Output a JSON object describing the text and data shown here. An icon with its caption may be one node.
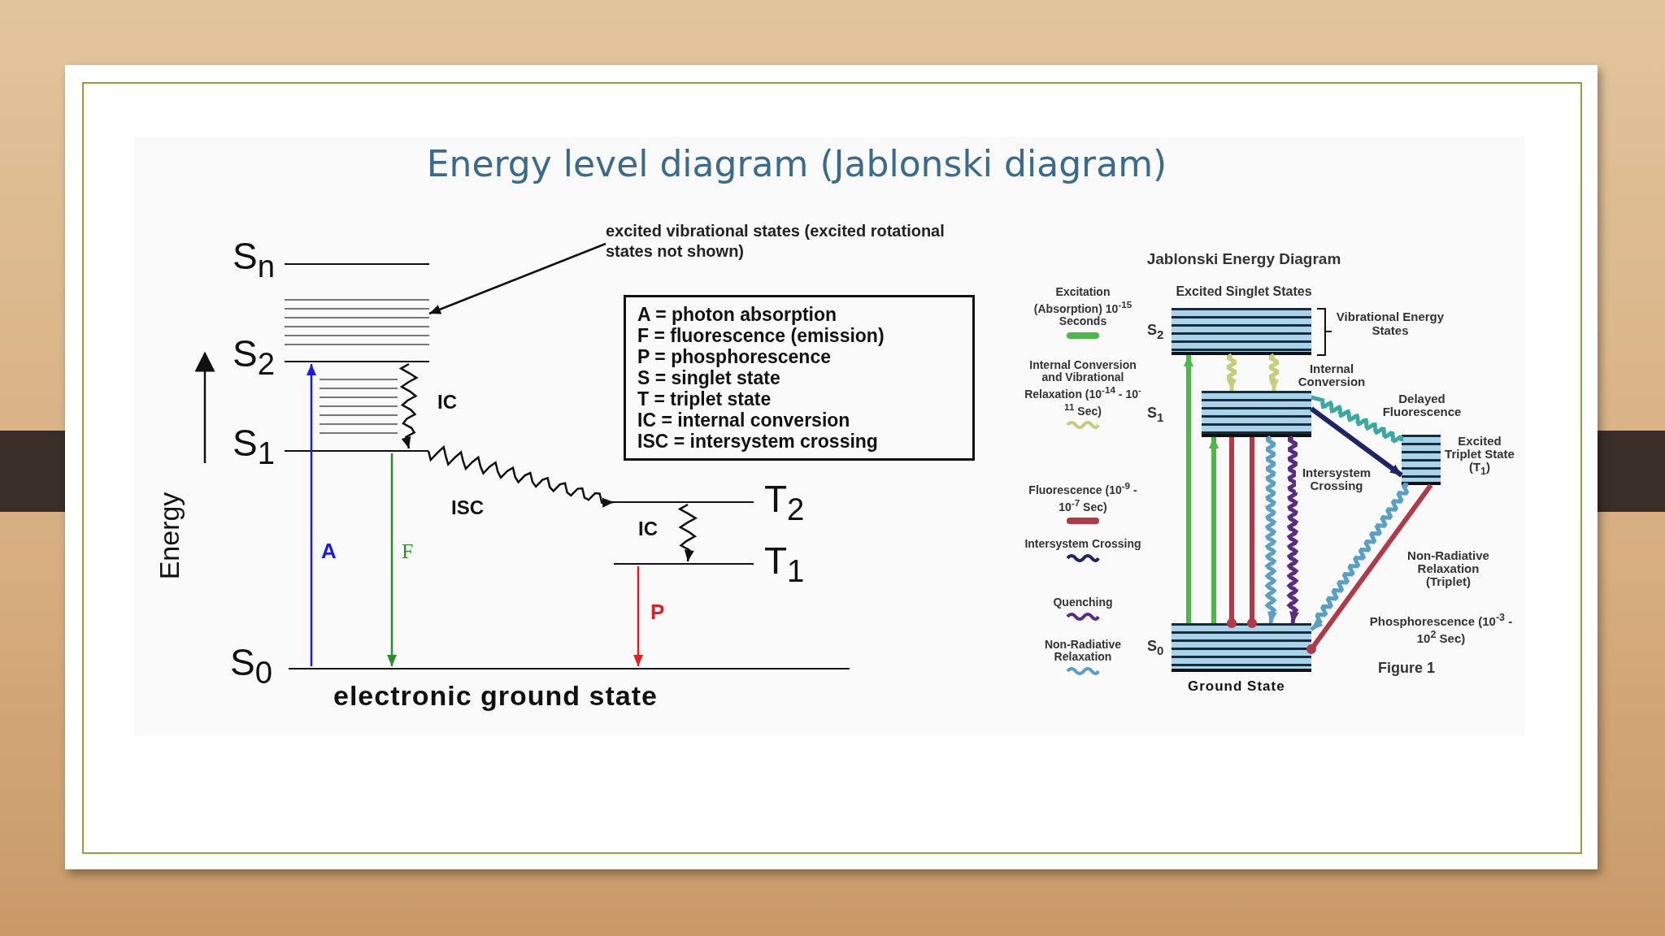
{
  "diagram": {
    "title": "Energy level diagram (Jablonski diagram)",
    "nodes": [
      {
        "text": [
          "S$_{n}$"
        ]
      },
      {
        "text": [
          "excited vibrational states (excited rotational states not shown)"
        ]
      },
      {
        "text": [],
        "shape": "bar"
      },
      {
        "text": [
          "S$_{2}$"
        ]
      },
      {
        "text": [
          "S$_{1}$"
        ]
      },
      {
        "text": [
          "A = photon absorption",
          "F = fluorescence (emission)",
          "P = phosphorescence",
          "S = singlet state",
          "T = triplet state",
          "IC = internal conversion",
          "ISC = intersystem crossing"
        ]
      },
      {
        "text": [
          "T$_{2}$"
        ]
      },
      {
        "text": [
          "T$_{1}$"
        ]
      },
      {
        "text": [
          "S$_{0}$"
        ],
        "beside": [
          "electronic ground state"
        ]
      },
      {
        "text": [
          "S$_{2}$"
        ]
      },
      {
        "text": [
          "S$_{1}$"
        ]
      },
      {
        "text": [
          "Excited Triplet State (T$_{1}$)"
        ]
      },
      {
        "text": [
          "S$_{0}$"
        ],
        "beside": [
          "Ground State"
        ]
      },
      {
        "text": [],
        "shape": "bar"
      }
    ],
    "edges": [
      {
        "from": 1,
        "to": 2,
        "arrow": "to"
      },
      {
        "from": 8,
        "to": 3,
        "arrow": "to",
        "label": "A",
        "color": "#1a1aee"
      },
      {
        "from": 4,
        "to": 8,
        "arrow": "to",
        "label": "F",
        "color": "#2e8b2e"
      },
      {
        "from": 7,
        "to": 8,
        "arrow": "to",
        "label": "P",
        "color": "#e02020"
      },
      {
        "from": 3,
        "to": 4,
        "arrow": "to",
        "label": "IC"
      },
      {
        "from": 4,
        "to": 6,
        "arrow": "to",
        "label": "ISC"
      },
      {
        "from": 6,
        "to": 7,
        "arrow": "to",
        "label": "IC"
      },
      {
        "from": 12,
        "to": 9,
        "arrow": "to",
        "color": "#4cb848"
      },
      {
        "from": 12,
        "to": 10,
        "arrow": "to",
        "color": "#4cb848"
      },
      {
        "from": 9,
        "to": 10,
        "arrow": "to",
        "color": "#c5cf7a"
      },
      {
        "from": 9,
        "to": 10,
        "arrow": "to",
        "label": "Internal Conversion",
        "color": "#c5cf7a"
      },
      {
        "from": 10,
        "to": 12,
        "arrow": "other",
        "color": "#b03a48"
      },
      {
        "from": 10,
        "to": 12,
        "arrow": "other",
        "color": "#b03a48"
      },
      {
        "from": 10,
        "to": 12,
        "arrow": "to",
        "color": "#5a9fc4"
      },
      {
        "from": 10,
        "to": 12,
        "arrow": "to",
        "color": "#5b2c83"
      },
      {
        "from": 10,
        "to": 11,
        "arrow": "to",
        "label": "Intersystem Crossing",
        "color": "#1f2466"
      },
      {
        "from": 11,
        "to": 10,
        "arrow": "none",
        "label": "Delayed Fluorescence",
        "color": "#3aa9a0"
      },
      {
        "from": 11,
        "to": 12,
        "arrow": "to",
        "label": "Non-Radiative Relaxation (Triplet)",
        "color": "#5a9fc4"
      },
      {
        "from": 11,
        "to": 12,
        "arrow": "other",
        "label": "Phosphorescence (10$^{-3}$ - 10$^{2}$ Sec)",
        "color": "#b03a48"
      }
    ],
    "labels": [
      "Energy",
      "Jablonski Energy Diagram",
      "Excited Singlet States",
      "Vibrational Energy States",
      "Figure 1"
    ],
    "legend": [
      {
        "text": "Excitation (Absorption) 10$^{-15}$ Seconds",
        "color": "#4cb848"
      },
      {
        "text": "Internal Conversion and Vibrational Relaxation (10$^{-14}$ - 10$^{-11}$ Sec)",
        "color": "#c5cf7a"
      },
      {
        "text": "Fluorescence (10$^{-9}$ - 10$^{-7}$ Sec)",
        "color": "#b03a48"
      },
      {
        "text": "Intersystem Crossing",
        "color": "#1f2466"
      },
      {
        "text": "Quenching",
        "color": "#5b2c83"
      },
      {
        "text": "Non-Radiative Relaxation",
        "color": "#5a9fc4"
      }
    ]
  }
}
